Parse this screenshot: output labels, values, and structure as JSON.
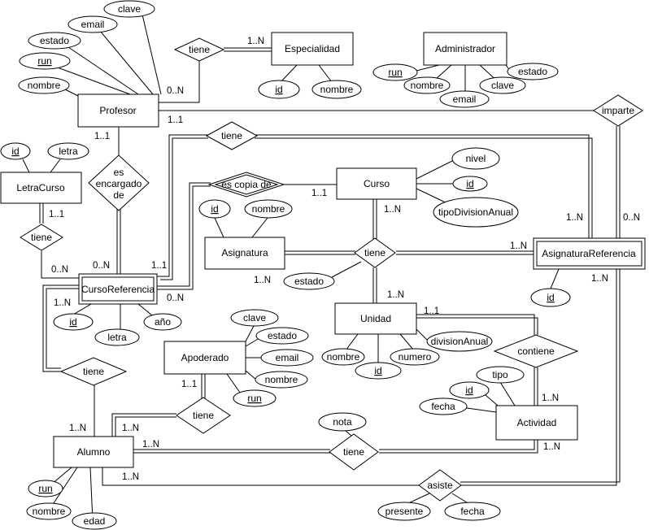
{
  "entities": {
    "profesor": "Profesor",
    "especialidad": "Especialidad",
    "administrador": "Administrador",
    "letra_curso": "LetraCurso",
    "curso": "Curso",
    "asignatura": "Asignatura",
    "asignatura_referencia": "AsignaturaReferencia",
    "curso_referencia": "CursoReferencia",
    "unidad": "Unidad",
    "apoderado": "Apoderado",
    "actividad": "Actividad",
    "alumno": "Alumno"
  },
  "relationships": {
    "tiene_especialidad": "tiene",
    "imparte": "imparte",
    "tiene_top": "tiene",
    "es_encargado_de": [
      "es",
      "encargado",
      "de"
    ],
    "es_copia_de": "es copia de",
    "tiene_letra": "tiene",
    "tiene_central": "tiene",
    "contiene": "contiene",
    "tiene_alumno_ref": "tiene",
    "tiene_apoderado": "tiene",
    "tiene_nota": "tiene",
    "asiste": "asiste"
  },
  "attributes": {
    "profesor": {
      "clave": "clave",
      "email": "email",
      "estado": "estado",
      "run": "run",
      "nombre": "nombre"
    },
    "especialidad": {
      "id": "id",
      "nombre": "nombre"
    },
    "administrador": {
      "run": "run",
      "nombre": "nombre",
      "email": "email",
      "clave": "clave",
      "estado": "estado"
    },
    "letra_curso": {
      "id": "id",
      "letra": "letra"
    },
    "curso": {
      "nivel": "nivel",
      "id": "id",
      "tipo_division_anual": "tipoDivisionAnual"
    },
    "asignatura": {
      "id": "id",
      "nombre": "nombre"
    },
    "tiene_central": {
      "estado": "estado"
    },
    "asignatura_referencia": {
      "id": "id"
    },
    "curso_referencia": {
      "id": "id",
      "letra": "letra",
      "ano": "año"
    },
    "unidad": {
      "nombre": "nombre",
      "id": "id",
      "numero": "numero",
      "division_anual": "divisionAnual"
    },
    "apoderado": {
      "clave": "clave",
      "estado": "estado",
      "email": "email",
      "nombre": "nombre",
      "run": "run"
    },
    "actividad": {
      "tipo": "tipo",
      "id": "id",
      "fecha": "fecha"
    },
    "tiene_nota": {
      "nota": "nota"
    },
    "alumno": {
      "run": "run",
      "nombre": "nombre",
      "edad": "edad"
    },
    "asiste": {
      "presente": "presente",
      "fecha": "fecha"
    }
  },
  "cardinalities": {
    "profesor_especialidad_0n": "0..N",
    "especialidad_1n": "1..N",
    "profesor_11_encargado": "1..1",
    "profesor_11_right": "1..1",
    "letracurso_11": "1..1",
    "cursoref_0n_letra": "0..N",
    "cursoref_0n_encargado": "0..N",
    "cursoref_11_tiene": "1..1",
    "curso_11_copia": "1..1",
    "curso_1n": "1..N",
    "asigref_1n_top": "1..N",
    "imparte_0n": "0..N",
    "asigref_1n_tiene": "1..N",
    "asignatura_1n": "1..N",
    "cursoref_0n_copia": "0..N",
    "cursoref_1n_alumno": "1..N",
    "unidad_1n": "1..N",
    "unidad_11": "1..1",
    "asigref_1n_asiste": "1..N",
    "apoderado_11": "1..1",
    "actividad_1n_contiene": "1..N",
    "alumno_1n_left": "1..N",
    "alumno_1n_apoderado": "1..N",
    "alumno_1n_nota": "1..N",
    "actividad_1n_nota": "1..N",
    "alumno_1n_asiste": "1..N"
  }
}
